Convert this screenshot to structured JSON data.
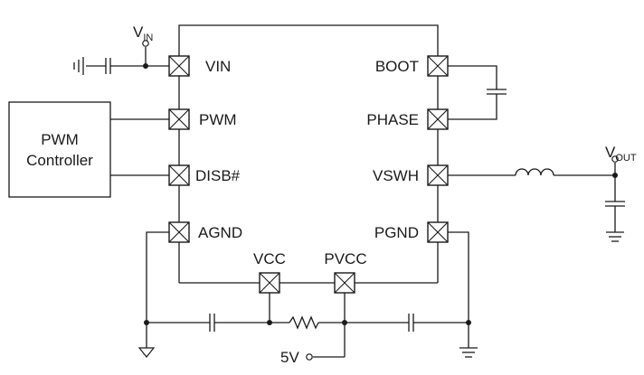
{
  "pins": {
    "vin": "VIN",
    "pwm": "PWM",
    "disb": "DISB#",
    "agnd": "AGND",
    "boot": "BOOT",
    "phase": "PHASE",
    "vswh": "VSWH",
    "pgnd": "PGND",
    "vcc": "VCC",
    "pvcc": "PVCC"
  },
  "supply": {
    "vin_main": "V",
    "vin_sub": "IN",
    "vout_main": "V",
    "vout_sub": "OUT",
    "five_volt": "5V"
  },
  "controller": {
    "line1": "PWM",
    "line2": "Controller"
  }
}
